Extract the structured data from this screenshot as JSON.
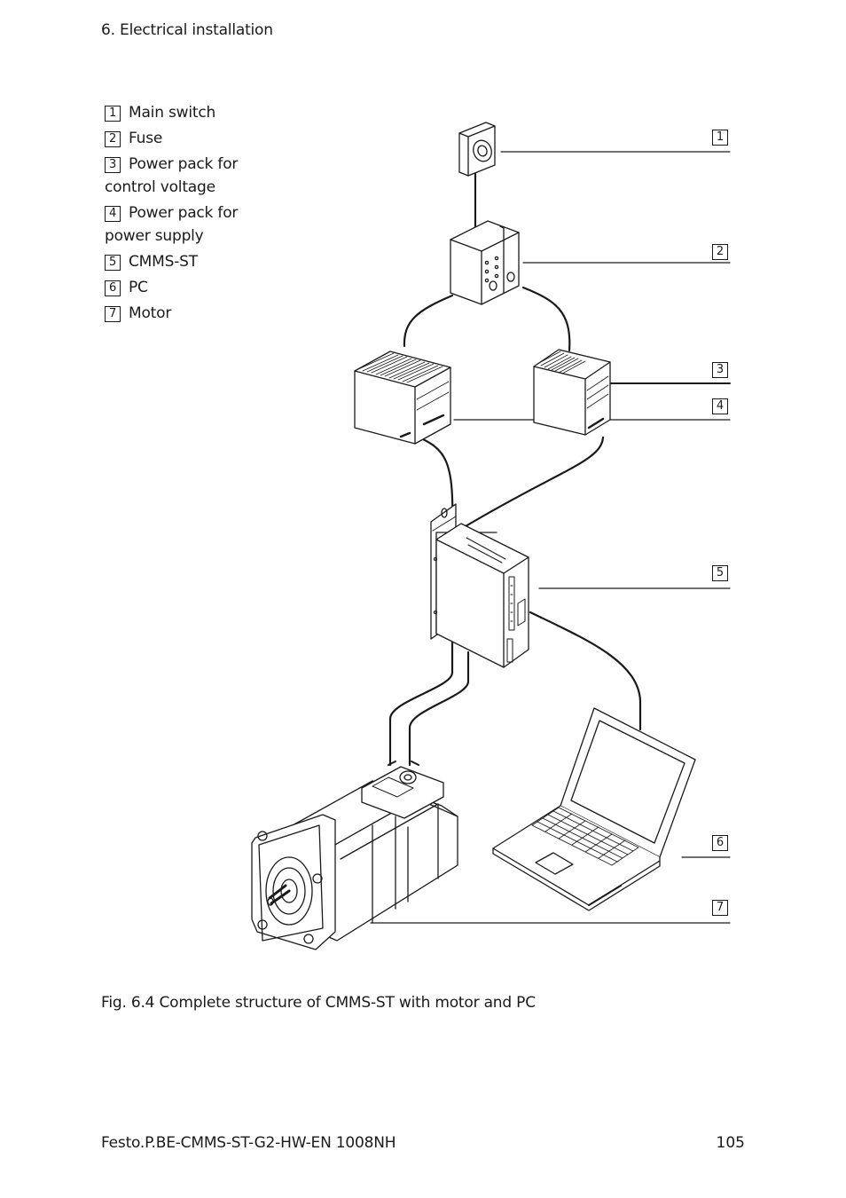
{
  "header": {
    "section": "6. Electrical installation"
  },
  "legend": [
    {
      "num": "1",
      "label": "Main switch"
    },
    {
      "num": "2",
      "label": "Fuse"
    },
    {
      "num": "3",
      "label": "Power pack for control voltage"
    },
    {
      "num": "4",
      "label": "Power pack for power supply"
    },
    {
      "num": "5",
      "label": "CMMS-ST"
    },
    {
      "num": "6",
      "label": "PC"
    },
    {
      "num": "7",
      "label": "Motor"
    }
  ],
  "callouts": [
    "1",
    "2",
    "3",
    "4",
    "5",
    "6",
    "7"
  ],
  "caption": "Fig. 6.4 Complete structure of CMMS-ST with motor and PC",
  "footer": {
    "document_id": "Festo.P.BE-CMMS-ST-G2-HW-EN 1008NH",
    "page_number": "105"
  }
}
